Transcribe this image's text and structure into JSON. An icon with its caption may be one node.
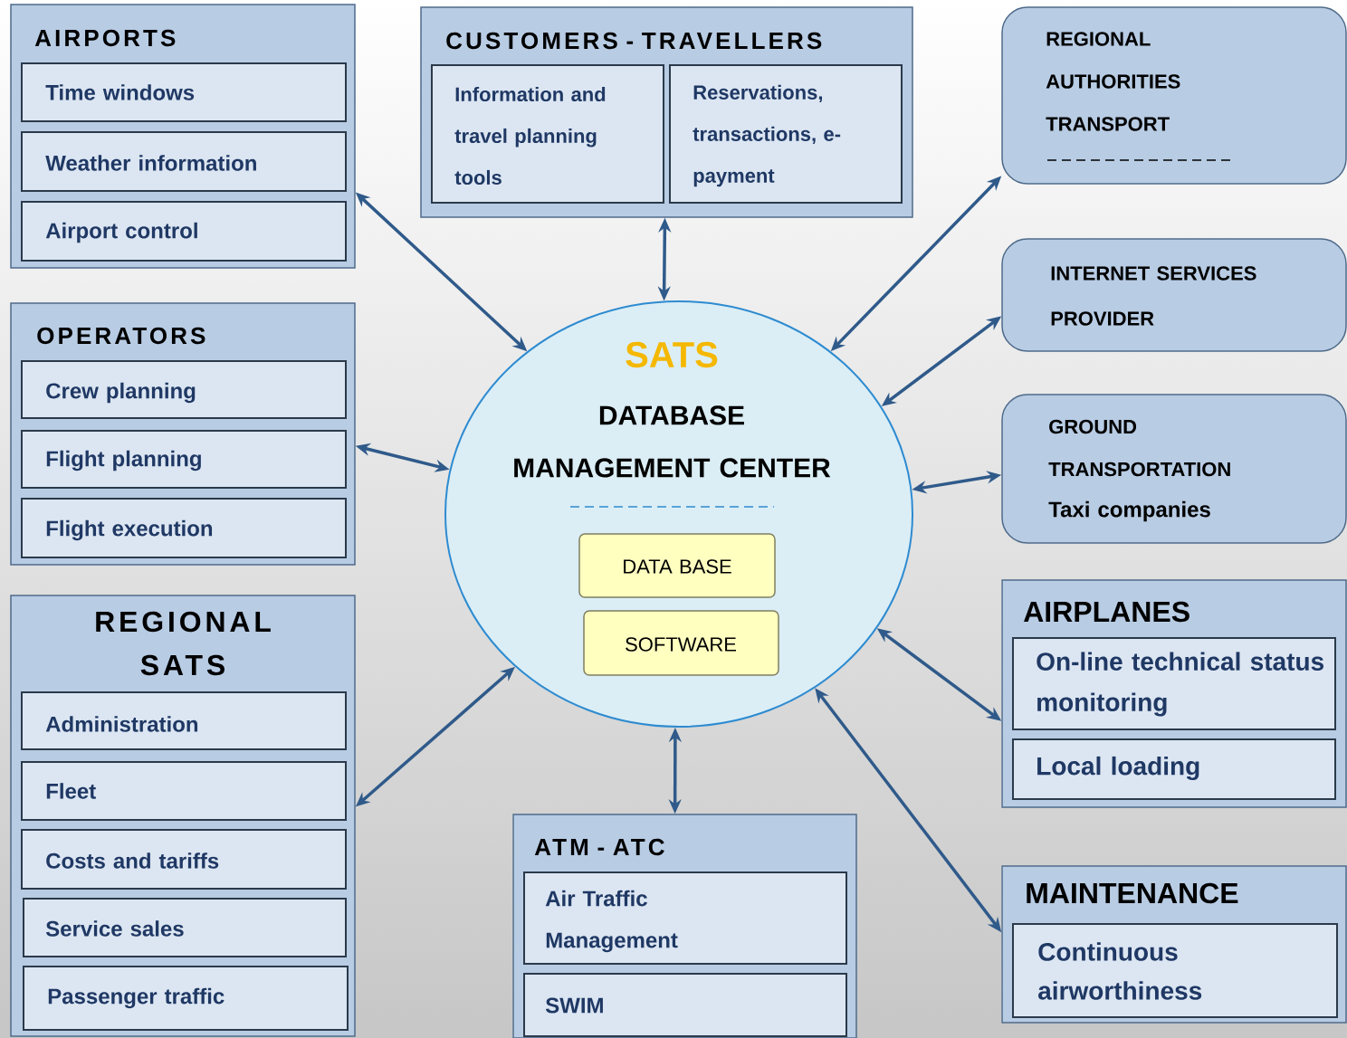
{
  "diagram": {
    "nodes": [
      {
        "text": [
          "AIRPORTS"
        ]
      },
      {
        "text": [
          "Time windows"
        ],
        "in": 0
      },
      {
        "text": [
          "Weather information"
        ],
        "in": 0
      },
      {
        "text": [
          "Airport control"
        ],
        "in": 0
      },
      {
        "text": [
          "CUSTOMERS - TRAVELLERS"
        ]
      },
      {
        "text": [
          "Information and travel planning tools"
        ],
        "in": 4
      },
      {
        "text": [
          "Reservations, transactions, e-payment"
        ],
        "in": 4
      },
      {
        "text": [
          "REGIONAL AUTHORITIES TRANSPORT"
        ]
      },
      {
        "text": [
          "INTERNET SERVICES PROVIDER"
        ]
      },
      {
        "text": [
          "OPERATORS"
        ]
      },
      {
        "text": [
          "Crew planning"
        ],
        "in": 9
      },
      {
        "text": [
          "Flight planning"
        ],
        "in": 9
      },
      {
        "text": [
          "Flight execution"
        ],
        "in": 9
      },
      {
        "text": [
          "SATS",
          "DATABASE MANAGEMENT CENTER"
        ]
      },
      {
        "text": [
          "DATA BASE"
        ],
        "in": 13
      },
      {
        "text": [
          "SOFTWARE"
        ],
        "in": 13
      },
      {
        "text": [
          "GROUND TRANSPORTATION",
          "Taxi companies"
        ]
      },
      {
        "text": [
          "REGIONAL SATS"
        ]
      },
      {
        "text": [
          "Administration"
        ],
        "in": 17
      },
      {
        "text": [
          "Fleet"
        ],
        "in": 17
      },
      {
        "text": [
          "Costs and tariffs"
        ],
        "in": 17
      },
      {
        "text": [
          "Service sales"
        ],
        "in": 17
      },
      {
        "text": [
          "Passenger traffic"
        ],
        "in": 17
      },
      {
        "text": [
          "AIRPLANES"
        ]
      },
      {
        "text": [
          "On-line technical status monitoring"
        ],
        "in": 23
      },
      {
        "text": [
          "Local loading"
        ],
        "in": 23
      },
      {
        "text": [
          "ATM - ATC"
        ]
      },
      {
        "text": [
          "Air Traffic Management"
        ],
        "in": 26
      },
      {
        "text": [
          "SWIM"
        ],
        "in": 26
      },
      {
        "text": [
          "MAINTENANCE"
        ]
      },
      {
        "text": [
          "Continuous airworthiness"
        ],
        "in": 29
      }
    ],
    "edges": [
      {
        "from": 0,
        "to": 13,
        "arrow": "both"
      },
      {
        "from": 4,
        "to": 13,
        "arrow": "both"
      },
      {
        "from": 7,
        "to": 13,
        "arrow": "both"
      },
      {
        "from": 8,
        "to": 13,
        "arrow": "both"
      },
      {
        "from": 9,
        "to": 13,
        "arrow": "both"
      },
      {
        "from": 16,
        "to": 13,
        "arrow": "both"
      },
      {
        "from": 17,
        "to": 13,
        "arrow": "both"
      },
      {
        "from": 23,
        "to": 13,
        "arrow": "both"
      },
      {
        "from": 26,
        "to": 13,
        "arrow": "both"
      },
      {
        "from": 29,
        "to": 13,
        "arrow": "both"
      }
    ]
  }
}
